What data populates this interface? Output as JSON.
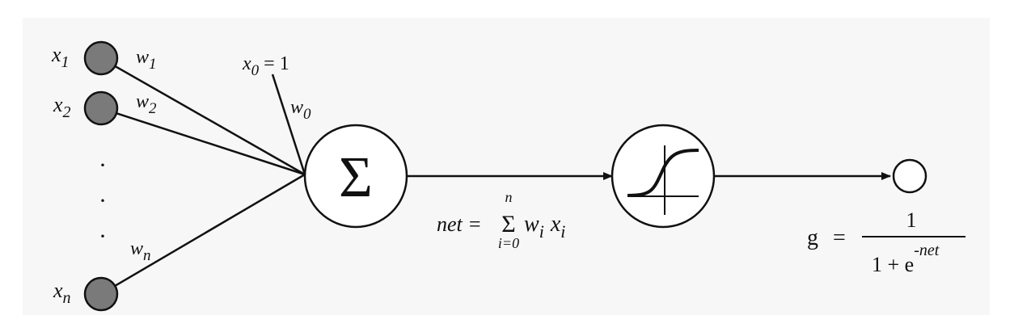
{
  "colors": {
    "background": "#ffffff",
    "panel": "#f7f7f7",
    "stroke": "#111111",
    "input_node_fill": "#7a7a7a",
    "output_node_fill": "#ffffff"
  },
  "inputs": {
    "x1": {
      "base": "x",
      "sub": "1"
    },
    "x2": {
      "base": "x",
      "sub": "2"
    },
    "xn": {
      "base": "x",
      "sub": "n"
    }
  },
  "weights": {
    "w1": {
      "base": "w",
      "sub": "1"
    },
    "w2": {
      "base": "w",
      "sub": "2"
    },
    "wn": {
      "base": "w",
      "sub": "n"
    },
    "w0": {
      "base": "w",
      "sub": "0"
    }
  },
  "bias": {
    "base": "x",
    "sub": "0",
    "rest": " = 1"
  },
  "ellipsis_dots": [
    "·",
    "·",
    "·"
  ],
  "summation_symbol": "Σ",
  "net_formula": {
    "lhs": "net =",
    "sigma": "Σ",
    "upper": "n",
    "lower": "i=0",
    "w": "w",
    "w_sub": "i",
    "x": "x",
    "x_sub": "i"
  },
  "activation_icon": "sigmoid-curve-icon",
  "output_formula": {
    "lhs": "g",
    "eq": "=",
    "numerator": "1",
    "denominator_base": "1 + e",
    "exponent": "-net"
  }
}
